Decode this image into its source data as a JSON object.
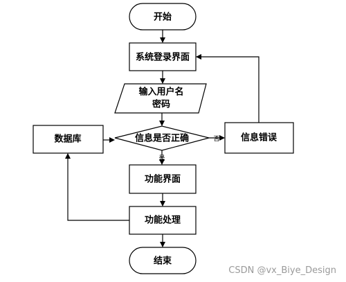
{
  "flowchart": {
    "start": "开始",
    "login_screen": "系统登录界面",
    "input_line1": "输入用户名",
    "input_line2": "密码",
    "decision": "信息是否正确",
    "database": "数据库",
    "error": "信息错误",
    "function_screen": "功能界面",
    "function_process": "功能处理",
    "end": "结束",
    "label_no": "否",
    "label_yes": "是"
  },
  "watermark": "CSDN @vx_Biye_Design"
}
